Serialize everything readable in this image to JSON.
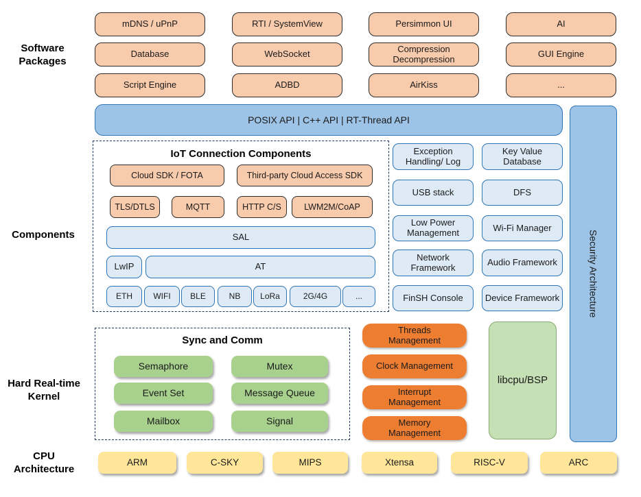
{
  "section_labels": {
    "software_packages": "Software Packages",
    "components": "Components",
    "kernel": "Hard Real-time Kernel",
    "cpu": "CPU Architecture"
  },
  "software_packages": [
    "mDNS / uPnP",
    "RTI / SystemView",
    "Persimmon UI",
    "AI",
    "Database",
    "WebSocket",
    "Compression Decompression",
    "GUI Engine",
    "Script Engine",
    "ADBD",
    "AirKiss",
    "..."
  ],
  "api_bar": "POSIX API  |  C++ API  |  RT-Thread API",
  "security_bar": "Security Architecture",
  "iot": {
    "title": "IoT Connection Components",
    "row1": [
      "Cloud SDK / FOTA",
      "Third-party Cloud Access SDK"
    ],
    "row2": [
      "TLS/DTLS",
      "MQTT",
      "HTTP C/S",
      "LWM2M/CoAP"
    ],
    "sal": "SAL",
    "lwip": "LwIP",
    "at": "AT",
    "links": [
      "ETH",
      "WIFI",
      "BLE",
      "NB",
      "LoRa",
      "2G/4G",
      "..."
    ]
  },
  "services": [
    "Exception Handling/ Log",
    "Key Value Database",
    "USB stack",
    "DFS",
    "Low Power Management",
    "Wi-Fi Manager",
    "Network Framework",
    "Audio Framework",
    "FinSH Console",
    "Device Framework"
  ],
  "sync": {
    "title": "Sync and Comm",
    "items": [
      "Semaphore",
      "Mutex",
      "Event Set",
      "Message Queue",
      "Mailbox",
      "Signal"
    ]
  },
  "kernel_mgmt": [
    "Threads Management",
    "Clock Management",
    "Interrupt Management",
    "Memory Management"
  ],
  "libcpu": "libcpu/BSP",
  "cpu_archs": [
    "ARM",
    "C-SKY",
    "MIPS",
    "Xtensa",
    "RISC-V",
    "ARC"
  ],
  "colors": {
    "peach": "#F8CBAD",
    "blue": "#9DC3E6",
    "blue_border": "#2E75B6",
    "light_blue": "#DEEBF7",
    "green": "#A9D18E",
    "light_green": "#C5E0B4",
    "orange": "#ED7D31",
    "yellow": "#FFE699",
    "dash_border": "#1F3864"
  }
}
